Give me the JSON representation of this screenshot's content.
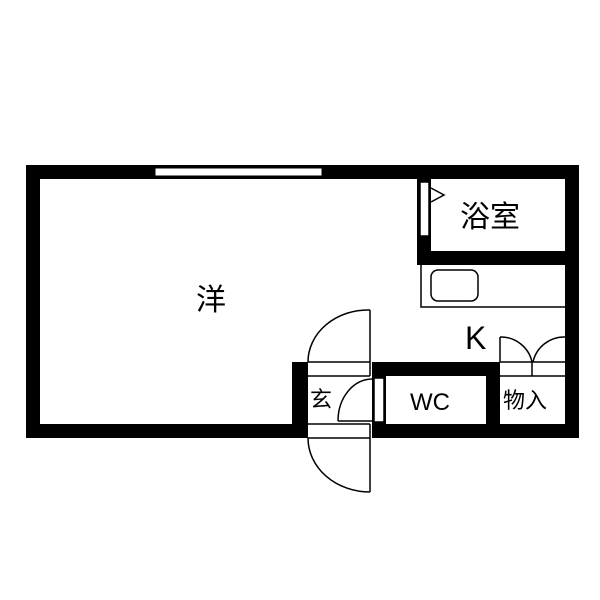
{
  "floorplan": {
    "rooms": {
      "western_room": "洋",
      "bathroom": "浴室",
      "kitchen": "K",
      "entrance": "玄",
      "toilet": "WC",
      "storage": "物入"
    },
    "colors": {
      "wall": "#000000",
      "background": "#ffffff"
    }
  }
}
